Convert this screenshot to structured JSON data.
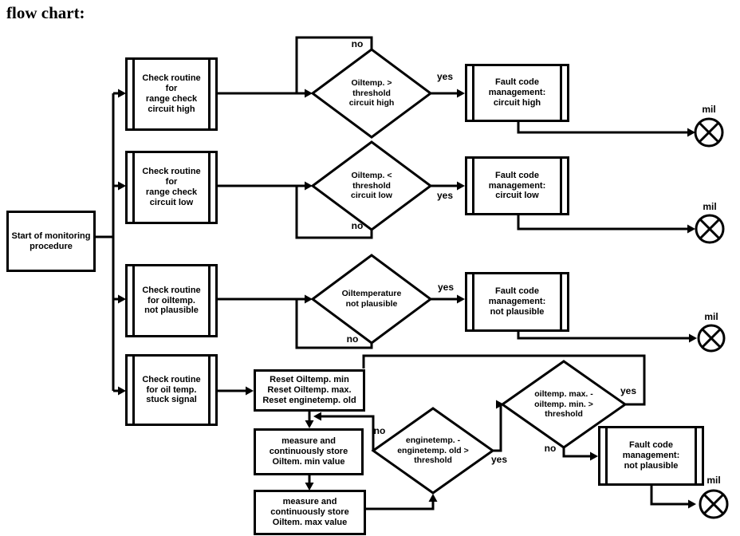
{
  "title": "flow chart:",
  "labels": {
    "yes": "yes",
    "no": "no",
    "mil": "mil"
  },
  "colors": {
    "line": "#000000",
    "background": "#ffffff",
    "text": "#000000"
  },
  "nodes": {
    "start": {
      "label": "Start of monitoring\nprocedure"
    },
    "check_circuit_high": {
      "label": "Check routine\nfor\nrange check\ncircuit high"
    },
    "check_circuit_low": {
      "label": "Check routine\nfor\nrange check\ncircuit low"
    },
    "check_not_plausible": {
      "label": "Check routine\nfor oiltemp.\nnot plausible"
    },
    "check_stuck_signal": {
      "label": "Check routine\nfor oil temp.\nstuck signal"
    },
    "decision_circuit_high": {
      "label": "Oiltemp. >\nthreshold\ncircuit high"
    },
    "decision_circuit_low": {
      "label": "Oiltemp. <\nthreshold\ncircuit low"
    },
    "decision_not_plausible": {
      "label": "Oiltemperature\nnot plausible"
    },
    "decision_enginetemp": {
      "label": "enginetemp. -\nenginetemp. old >\nthreshold"
    },
    "decision_oiltemp_range": {
      "label": "oiltemp. max. -\noiltemp. min. >\nthreshold"
    },
    "fault_circuit_high": {
      "label": "Fault code\nmanagement:\ncircuit high"
    },
    "fault_circuit_low": {
      "label": "Fault code\nmanagement:\ncircuit low"
    },
    "fault_not_plausible_top": {
      "label": "Fault code\nmanagement:\nnot plausible"
    },
    "fault_not_plausible_bottom": {
      "label": "Fault code\nmanagement:\nnot plausible"
    },
    "reset_values": {
      "label": "Reset Oiltemp. min\nReset Oiltemp. max.\nReset enginetemp. old"
    },
    "store_min": {
      "label": "measure and\ncontinuously store\nOiltem. min value"
    },
    "store_max": {
      "label": "measure and\ncontinuously store\nOiltem. max value"
    }
  }
}
